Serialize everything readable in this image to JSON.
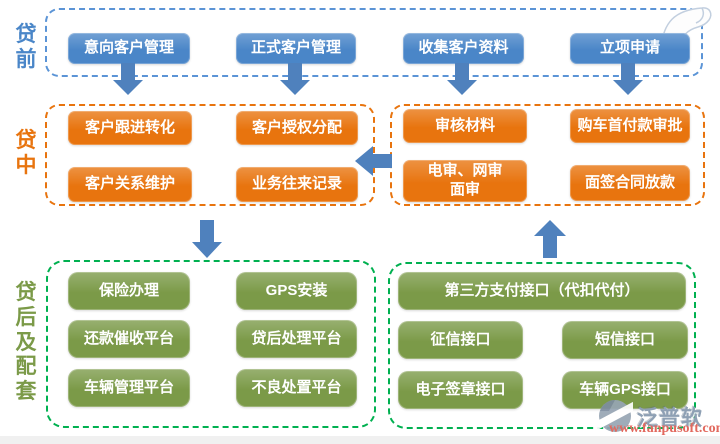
{
  "stage_labels": {
    "pre": "贷前",
    "mid": "贷中",
    "post": "贷后及配套"
  },
  "pre_loan": {
    "items": [
      "意向客户管理",
      "正式客户管理",
      "收集客户资料",
      "立项申请"
    ]
  },
  "mid_left": {
    "items": [
      "客户跟进转化",
      "客户授权分配",
      "客户关系维护",
      "业务往来记录"
    ]
  },
  "mid_right": {
    "items": [
      "审核材料",
      "购车首付款审批",
      "电审、网审\n面审",
      "面签合同放款"
    ]
  },
  "post_left": {
    "items": [
      "保险办理",
      "GPS安装",
      "还款催收平台",
      "贷后处理平台",
      "车辆管理平台",
      "不良处置平台"
    ]
  },
  "post_right": {
    "wide_item": "第三方支付接口（代扣代付）",
    "items": [
      "征信接口",
      "短信接口",
      "电子签章接口",
      "车辆GPS接口"
    ]
  },
  "watermark": {
    "brand": "泛普软件",
    "url": "www.fanpusoft.com"
  },
  "colors": {
    "blue_node": "#4a86c8",
    "blue_border": "#5b94d6",
    "arrow_blue": "#4f81bd",
    "orange_node": "#e8740e",
    "orange_border": "#e8740e",
    "green_node": "#7b9a48",
    "green_border": "#00b050",
    "label_pre": "#4a86c8",
    "label_mid": "#e8740e",
    "label_post": "#7b9a48",
    "watermark_brand": "#8ea0b4",
    "watermark_url": "#e2695e"
  }
}
